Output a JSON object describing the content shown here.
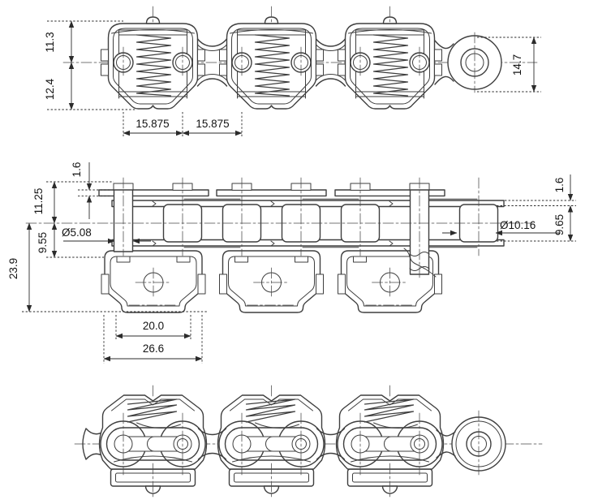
{
  "drawing": {
    "dims": {
      "top": {
        "above_center": "11.3",
        "below_center": "12.4",
        "pitch1": "15.875",
        "pitch2": "15.875",
        "plate_height": "14.7"
      },
      "side": {
        "plate_thk_left": "1.6",
        "top_to_center": "11.25",
        "center_to_clip_top": "9.55",
        "center_to_clip_bottom": "23.9",
        "pin_diameter": "Ø5.08",
        "roller_diameter": "Ø10.16",
        "plate_thk_right": "1.6",
        "roller_face": "9.65",
        "clip_inner_width": "20.0",
        "clip_outer_width": "26.6"
      }
    }
  }
}
